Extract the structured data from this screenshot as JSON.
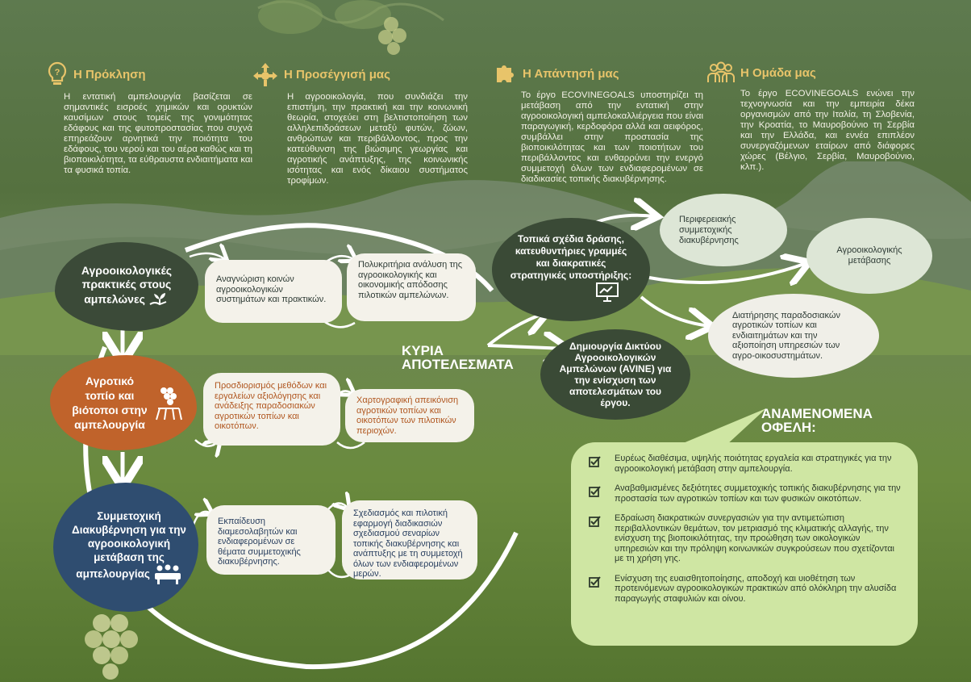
{
  "colors": {
    "gold": "#e8c46a",
    "dark_green": "#3a4a36",
    "orange": "#c0632b",
    "navy": "#2f4d70",
    "light_green": "#cfe6a3",
    "cream": "#f4f2ea"
  },
  "headers": [
    {
      "title": "Η Πρόκληση",
      "icon": "lightbulb-question-icon",
      "text": "Η εντατική αμπελουργία βασίζεται σε σημαντικές εισροές χημικών και ορυκτών καυσίμων στους τομείς της γονιμότητας εδάφους και της φυτοπροστασίας που συχνά επηρεάζουν αρνητικά την ποιότητα του εδάφους, του νερού και του αέρα καθώς και τη βιοποικιλότητα, τα εύθραυστα ενδιαιτήματα και τα φυσικά τοπία."
    },
    {
      "title": "Η Προσέγγισή μας",
      "icon": "directions-hub-icon",
      "text": "Η αγροοικολογία, που συνδιάζει την επιστήμη, την πρακτική και την κοινωνική θεωρία, στοχεύει στη βελτιστοποίηση των αλληλεπιδράσεων μεταξύ φυτών, ζώων, ανθρώπων και περιβάλλοντος, προς την κατεύθυνση της βιώσιμης γεωργίας και αγροτικής ανάπτυξης, της κοινωνικής ισότητας και ενός δίκαιου συστήματος τροφίμων."
    },
    {
      "title": "Η Απάντησή μας",
      "icon": "puzzle-icon",
      "text": "Το έργο ECOVINEGOALS υποστηρίζει τη μετάβαση από την εντατική στην αγροοικολογική αμπελοκαλλιέργεια που είναι παραγωγική, κερδοφόρα αλλά και αειφόρος, συμβάλλει στην προστασία της βιοποικιλότητας και των ποιοτήτων του περιβάλλοντος και ενθαρρύνει την ενεργό συμμετοχή όλων των ενδιαφερομένων σε διαδικασίες τοπικής διακυβέρνησης."
    },
    {
      "title": "Η Ομάδα μας",
      "icon": "team-icon",
      "text": "Το έργο ECOVINEGOALS ενώνει την τεχνογνωσία και την εμπειρία δέκα οργανισμών από την Ιταλία, τη Σλοβενία, την Κροατία, το Μαυροβούνιο τη Σερβία και την Ελλάδα, και εννέα επιπλέον συνεργαζόμενων εταίρων από διάφορες χώρες (Βέλγιο, Σερβία, Μαυροβούνιο, κλπ.)."
    }
  ],
  "pillars": [
    {
      "label": "Αγροοικολογικές πρακτικές στους αμπελώνες",
      "icon": "hand-sprout-icon",
      "steps": [
        "Αναγνώριση κοινών αγροοικολογικών συστημάτων και πρακτικών.",
        "Πολυκριτήρια ανάλυση της αγροοικολογικής και οικονομικής απόδοσης πιλοτικών αμπελώνων."
      ]
    },
    {
      "label": "Αγροτικό τοπίο και βιότοποι στην αμπελουργία",
      "icon": "grape-vineyard-icon",
      "steps": [
        "Προσδιορισμός μεθόδων και εργαλείων αξιολόγησης και ανάδειξης παραδοσιακών αγροτικών τοπίων και οικοτόπων.",
        "Χαρτογραφική απεικόνιση αγροτικών τοπίων και οικοτόπων των πιλοτικών περιοχών."
      ]
    },
    {
      "label": "Συμμετοχική Διακυβέρνηση για την αγροοικολογική μετάβαση της αμπελουργίας",
      "icon": "meeting-table-icon",
      "steps": [
        "Εκπαίδευση διαμεσολαβητών και ενδιαφερομένων σε θέματα συμμετοχικής διακυβέρνησης.",
        "Σχεδιασμός και πιλοτική εφαρμογή διαδικασιών σχεδιασμού σεναρίων τοπικής διακυβέρνησης και ανάπτυξης με τη συμμετοχή όλων των ενδιαφερομένων μερών."
      ]
    }
  ],
  "results": {
    "heading": "ΚΥΡΙΑ ΑΠΟΤΕΛΕΣΜΑΤΑ",
    "main": [
      {
        "label": "Τοπικά σχέδια δράσης, κατευθυντήριες γραμμές και διακρατικές στρατηγικές υποστήριξης:",
        "icon": "presentation-board-icon"
      },
      {
        "label": "Δημιουργία Δικτύου Αγροοικολογικών Αμπελώνων (AVINE) για την ενίσχυση των αποτελεσμάτων του έργου."
      }
    ],
    "outcomes": [
      "Περιφερειακής συμμετοχικής διακυβέρνησης",
      "Αγροοικολογικής μετάβασης",
      "Διατήρησης παραδοσιακών αγροτικών τοπίων και ενδιαιτημάτων και την αξιοποίηση υπηρεσιών των αγρο-οικοσυστημάτων."
    ]
  },
  "benefits": {
    "heading": "ΑΝΑΜΕΝΟΜΕΝΑ ΟΦΕΛΗ:",
    "items": [
      "Ευρέως διαθέσιμα, υψηλής ποιότητας εργαλεία και στρατηγικές για την αγροοικολογική μετάβαση στην αμπελουργία.",
      "Αναβαθμισμένες δεξιότητες συμμετοχικής τοπικής διακυβέρνησης για την προστασία των αγροτικών τοπίων και των φυσικών οικοτόπων.",
      "Εδραίωση διακρατικών συνεργασιών για την αντιμετώπιση περιβαλλοντικών θεμάτων, τον μετριασμό της κλιματικής αλλαγής, την ενίσχυση της βιοποικιλότητας, την προώθηση των οικολογικών υπηρεσιών και την πρόληψη κοινωνικών συγκρούσεων που σχετίζονται με τη χρήση γης.",
      "Ενίσχυση της ευαισθητοποίησης, αποδοχή και υιοθέτηση των προτεινόμενων αγροοικολογικών πρακτικών από ολόκληρη την αλυσίδα παραγωγής σταφυλιών και οίνου."
    ]
  }
}
